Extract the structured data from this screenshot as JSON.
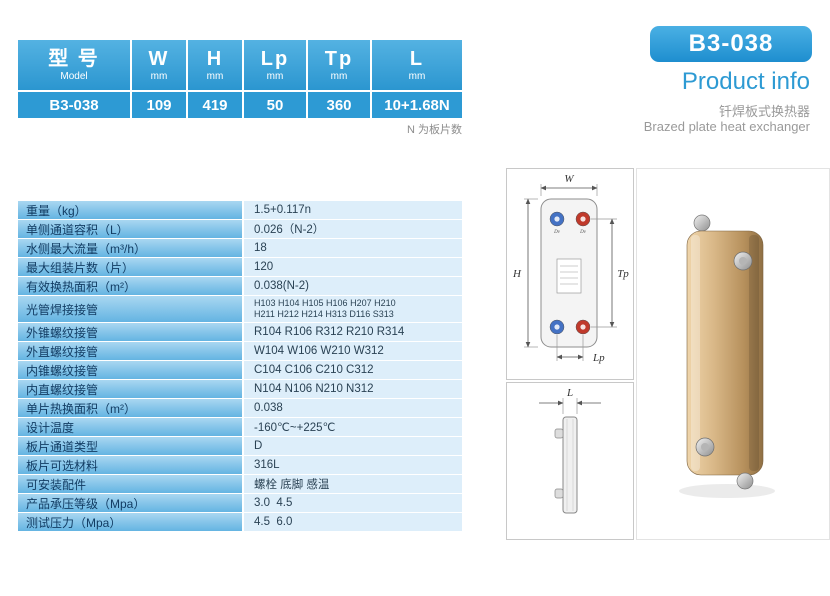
{
  "header_table": {
    "columns": [
      {
        "title": "型 号",
        "sub": "Model"
      },
      {
        "title": "W",
        "sub": "mm"
      },
      {
        "title": "H",
        "sub": "mm"
      },
      {
        "title": "Lp",
        "sub": "mm"
      },
      {
        "title": "Tp",
        "sub": "mm"
      },
      {
        "title": "L",
        "sub": "mm"
      }
    ],
    "values": [
      "B3-038",
      "109",
      "419",
      "50",
      "360",
      "10+1.68N"
    ],
    "note": "N 为板片数"
  },
  "product": {
    "model_badge": "B3-038",
    "title": "Product info",
    "subtitle_cn": "钎焊板式换热器",
    "subtitle_en": "Brazed plate heat exchanger"
  },
  "specs": {
    "rows": [
      {
        "label": "重量（kg）",
        "value": "1.5+0.117n"
      },
      {
        "label": "单侧通道容积（L）",
        "value": "0.026（N-2）"
      },
      {
        "label": "水侧最大流量（m³/h）",
        "value": "18"
      },
      {
        "label": "最大组装片数（片）",
        "value": "120"
      },
      {
        "label": "有效换热面积（m²）",
        "value": "0.038(N-2)"
      },
      {
        "label": "光管焊接接管",
        "value": "H103 H104 H105 H106 H207 H210\nH211 H212 H214 H313 D116 S313"
      },
      {
        "label": "外锥螺纹接管",
        "value": "R104 R106 R312 R210 R314"
      },
      {
        "label": "外直螺纹接管",
        "value": "W104 W106 W210 W312"
      },
      {
        "label": "内锥螺纹接管",
        "value": "C104 C106 C210 C312"
      },
      {
        "label": "内直螺纹接管",
        "value": "N104 N106 N210 N312"
      },
      {
        "label": "单片热换面积（m²）",
        "value": "0.038"
      },
      {
        "label": "设计温度",
        "value": "-160℃~+225℃"
      },
      {
        "label": "板片通道类型",
        "value": "D"
      },
      {
        "label": "板片可选材料",
        "value": "316L"
      },
      {
        "label": "可安装配件",
        "value": "螺栓 底脚 感温"
      },
      {
        "label": "产品承压等级（Mpa）",
        "value": "3.0  4.5"
      },
      {
        "label": "测试压力（Mpa）",
        "value": "4.5  6.0"
      }
    ]
  },
  "diagram": {
    "labels": {
      "w": "W",
      "h": "H",
      "tp": "Tp",
      "lp": "Lp",
      "l": "L",
      "dv": "Dv"
    }
  },
  "colors": {
    "accent_blue": "#2d9ad3",
    "table_blue": "#2d9ad4",
    "spec_label_blue": "#64b4e2",
    "spec_value_bg": "#ddeefa",
    "port_blue": "#4472c4",
    "port_red": "#c0392b",
    "render_bronze": "#c2a070"
  }
}
